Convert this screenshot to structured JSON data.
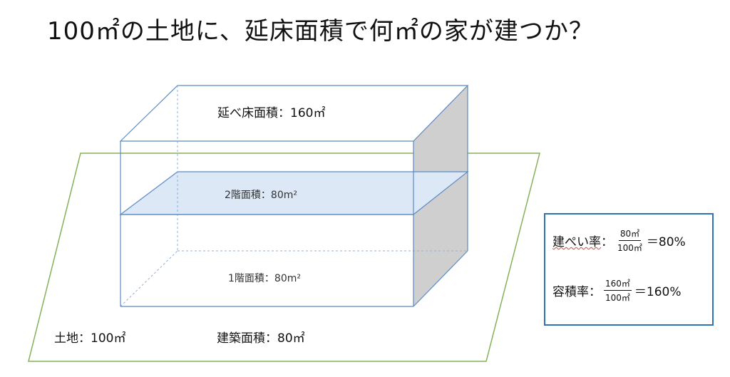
{
  "title": "100㎡の土地に、延床面積で何㎡の家が建つか？",
  "labels": {
    "total_floor_area": "延べ床面積：160㎡",
    "floor2_area": "2階面積：80m²",
    "floor1_area": "1階面積：80m²",
    "land_area": "土地：100㎡",
    "building_area": "建築面積：80㎡"
  },
  "calc": {
    "coverage": {
      "label_main": "建ぺい率",
      "label_sep": "：",
      "numerator": "80㎡",
      "denominator": "100㎡",
      "result": "＝80%"
    },
    "floor_ratio": {
      "label": "容積率：",
      "numerator": "160㎡",
      "denominator": "100㎡",
      "result": "＝160%"
    }
  },
  "colors": {
    "land_outline": "#86b05a",
    "box_edge": "#5b8ac4",
    "floor_fill": "#dce8f5",
    "side_fill": "#cfcfcf",
    "calc_border": "#2f73b3"
  }
}
